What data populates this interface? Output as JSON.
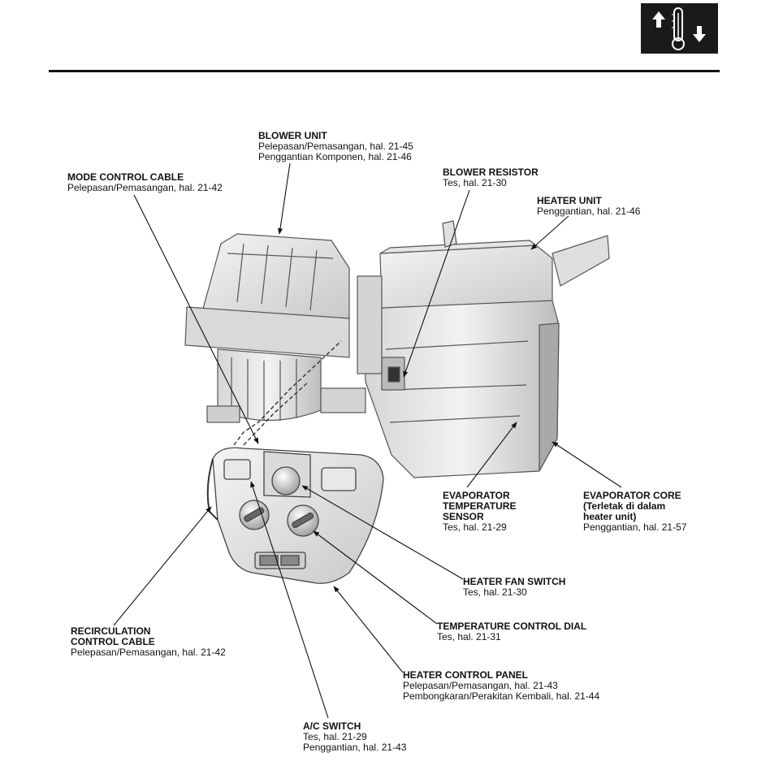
{
  "icon": {
    "name": "temperature-up-down-icon",
    "bg": "#1a1a1a"
  },
  "callouts": {
    "blower_unit": {
      "title": "BLOWER UNIT",
      "lines": [
        "Pelepasan/Pemasangan, hal. 21-45",
        "Penggantian Komponen, hal. 21-46"
      ]
    },
    "mode_control_cable": {
      "title": "MODE CONTROL CABLE",
      "lines": [
        "Pelepasan/Pemasangan, hal. 21-42"
      ]
    },
    "blower_resistor": {
      "title": "BLOWER RESISTOR",
      "lines": [
        "Tes, hal. 21-30"
      ]
    },
    "heater_unit": {
      "title": "HEATER UNIT",
      "lines": [
        "Penggantian, hal. 21-46"
      ]
    },
    "evaporator_temperature_sensor": {
      "title_lines": [
        "EVAPORATOR",
        "TEMPERATURE",
        "SENSOR"
      ],
      "lines": [
        "Tes, hal. 21-29"
      ]
    },
    "evaporator_core": {
      "title_lines": [
        "EVAPORATOR CORE",
        "(Terletak di dalam",
        "heater unit)"
      ],
      "lines": [
        "Penggantian, hal. 21-57"
      ]
    },
    "heater_fan_switch": {
      "title": "HEATER FAN SWITCH",
      "lines": [
        "Tes, hal. 21-30"
      ]
    },
    "recirculation_control_cable": {
      "title_lines": [
        "RECIRCULATION",
        "CONTROL CABLE"
      ],
      "lines": [
        "Pelepasan/Pemasangan, hal. 21-42"
      ]
    },
    "temperature_control_dial": {
      "title": "TEMPERATURE CONTROL DIAL",
      "lines": [
        "Tes, hal. 21-31"
      ]
    },
    "heater_control_panel": {
      "title": "HEATER CONTROL PANEL",
      "lines": [
        "Pelepasan/Pemasangan, hal. 21-43",
        "Pembongkaran/Perakitan Kembali, hal. 21-44"
      ]
    },
    "ac_switch": {
      "title": "A/C SWITCH",
      "lines": [
        "Tes, hal. 21-29",
        "Penggantian, hal. 21-43"
      ]
    }
  }
}
